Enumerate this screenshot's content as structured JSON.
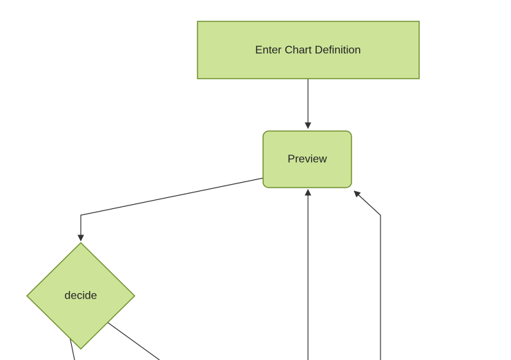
{
  "diagram": {
    "type": "flowchart",
    "colors": {
      "background": "#ffffff",
      "node_fill": "#cde498",
      "node_stroke": "#70902f",
      "edge_color": "#333333",
      "label_color": "#222222"
    },
    "nodes": [
      {
        "id": "enter-chart-definition",
        "label": "Enter Chart Definition",
        "shape": "rectangle"
      },
      {
        "id": "preview",
        "label": "Preview",
        "shape": "rounded-rectangle"
      },
      {
        "id": "decide",
        "label": "decide",
        "shape": "diamond"
      }
    ],
    "edges": [
      {
        "from": "enter-chart-definition",
        "to": "preview",
        "arrow": true
      },
      {
        "from": "preview",
        "to": "decide",
        "arrow": true
      },
      {
        "from": "offscreen-bottom-center",
        "to": "preview",
        "arrow": true
      },
      {
        "from": "offscreen-bottom-right",
        "to": "preview",
        "arrow": true
      },
      {
        "from": "decide",
        "to": "offscreen-bottom-left",
        "arrow": false
      },
      {
        "from": "decide",
        "to": "offscreen-bottom-right",
        "arrow": false
      }
    ]
  }
}
